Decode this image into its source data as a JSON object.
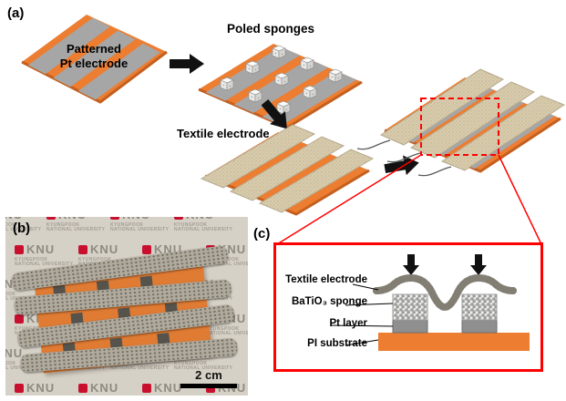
{
  "panels": {
    "a_label": "(a)",
    "b_label": "(b)",
    "c_label": "(c)"
  },
  "process": {
    "step1_line1": "Patterned",
    "step1_line2": "Pt electrode",
    "step2_label": "Poled sponges",
    "step3_label": "Textile electrode"
  },
  "photo": {
    "brand": "KNU",
    "org_line1": "KYUNGPOOK",
    "org_line2": "NATIONAL UNIVERSITY",
    "scale_bar": "2 cm"
  },
  "cross_section": {
    "labels": [
      "Textile electrode",
      "BaTiO₃ sponge",
      "Pt layer",
      "PI substrate"
    ]
  },
  "colors": {
    "substrate_orange": "#ED7D31",
    "pt_gray": "#A6A6A6",
    "accent_red": "#FF0000",
    "textile_tan": "#D8CCAE"
  }
}
